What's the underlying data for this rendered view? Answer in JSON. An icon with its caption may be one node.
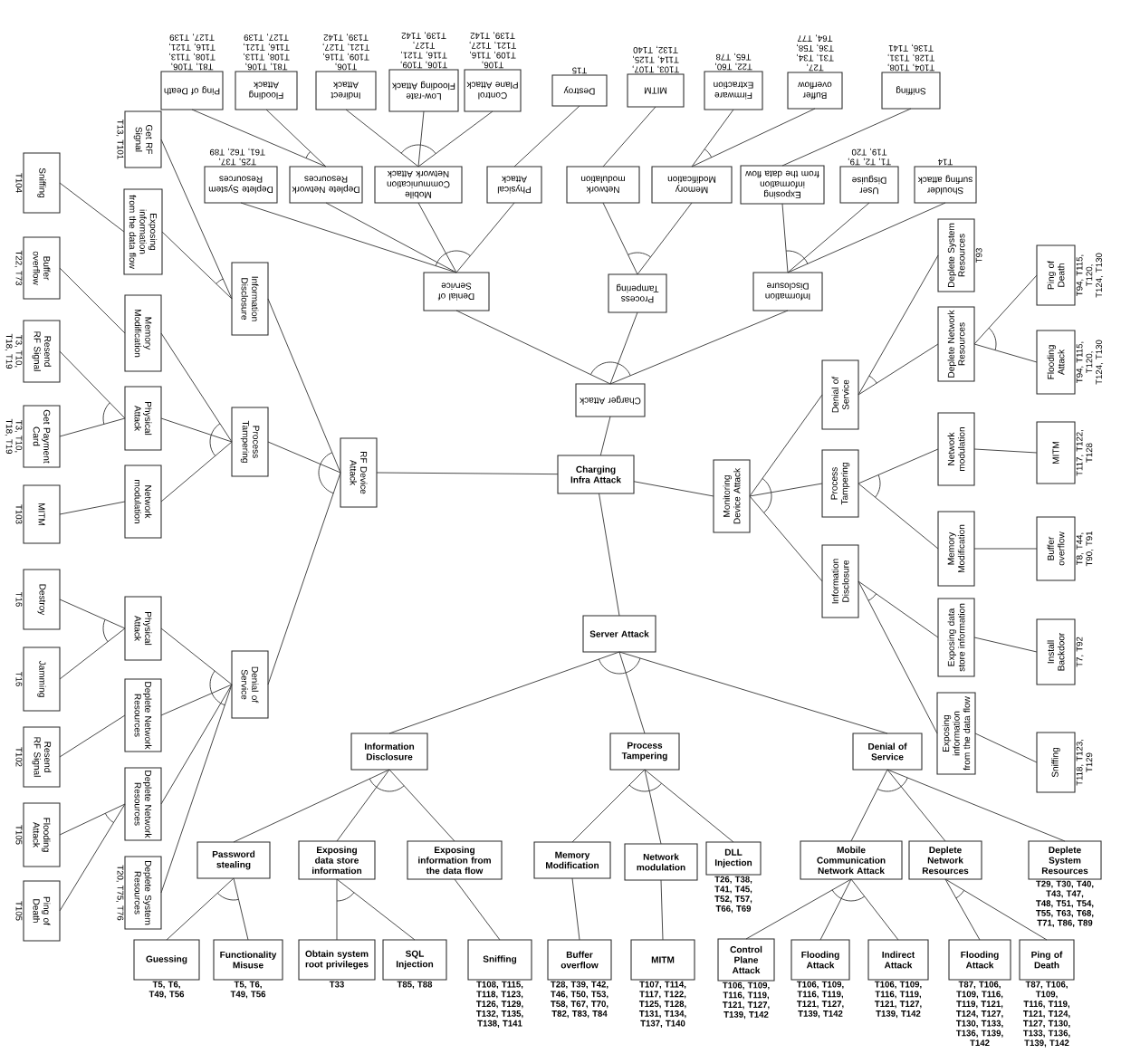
{
  "diagram": {
    "nodes": [
      {
        "text": [
          "Charging Infra Attack"
        ]
      },
      {
        "text": [
          "Charger Attack"
        ]
      },
      {
        "text": [
          "Denial of Service"
        ]
      },
      {
        "text": [
          "Process Tampering"
        ]
      },
      {
        "text": [
          "Information Disclosure"
        ]
      },
      {
        "text": [
          "Deplete System Resources"
        ],
        "beside": [
          "T25, T37, T61, T62, T89"
        ]
      },
      {
        "text": [
          "Deplete Network Resources"
        ]
      },
      {
        "text": [
          "Mobile Communication Network Attack"
        ]
      },
      {
        "text": [
          "Physical Attack"
        ]
      },
      {
        "text": [
          "Network modulation"
        ]
      },
      {
        "text": [
          "Memory Modification"
        ]
      },
      {
        "text": [
          "Exposing information from the data flow"
        ]
      },
      {
        "text": [
          "User Disguise"
        ],
        "beside": [
          "T1, T2, T9, T19, T20"
        ]
      },
      {
        "text": [
          "Shoulder surfing attack"
        ],
        "beside": [
          "T14"
        ]
      },
      {
        "text": [
          "Ping of Death"
        ],
        "beside": [
          "T81, T106, T108, T113, T116, T121, T127, T139"
        ]
      },
      {
        "text": [
          "Flooding Attack"
        ],
        "beside": [
          "T81, T106, T108, T113, T116, T121, T127, T139"
        ]
      },
      {
        "text": [
          "Indirect Attack"
        ],
        "beside": [
          "T106, T109, T116, T121, T127, T139, T142"
        ]
      },
      {
        "text": [
          "Low-rate Flooding Attack"
        ],
        "beside": [
          "T106, T109, T116, T121, T127, T139, T142"
        ]
      },
      {
        "text": [
          "Control Plane Attack"
        ],
        "beside": [
          "T106, T109, T116, T121, T127, T139, T142"
        ]
      },
      {
        "text": [
          "Destroy"
        ],
        "beside": [
          "T15"
        ]
      },
      {
        "text": [
          "MITM"
        ],
        "beside": [
          "T103, T107, T114, T125, T132, T140"
        ]
      },
      {
        "text": [
          "Firmware Extraction"
        ],
        "beside": [
          "T22, T60, T65, T78"
        ]
      },
      {
        "text": [
          "Buffer overflow"
        ],
        "beside": [
          "T27, T31, T34, T36, T58, T64, T77"
        ]
      },
      {
        "text": [
          "Sniffing"
        ],
        "beside": [
          "T104, T108, T128, T131, T136, T141"
        ]
      },
      {
        "text": [
          "RF Device Attack"
        ]
      },
      {
        "text": [
          "Information Disclosure"
        ]
      },
      {
        "text": [
          "Process Tampering"
        ]
      },
      {
        "text": [
          "Denial of Service"
        ]
      },
      {
        "text": [
          "Get RF Signal"
        ],
        "beside": [
          "T13, T101"
        ]
      },
      {
        "text": [
          "Exposing information from the data flow"
        ]
      },
      {
        "text": [
          "Memory Modification"
        ]
      },
      {
        "text": [
          "Physical Attack"
        ]
      },
      {
        "text": [
          "Network modulation"
        ]
      },
      {
        "text": [
          "Physical Attack"
        ]
      },
      {
        "text": [
          "Deplete Network Resources"
        ]
      },
      {
        "text": [
          "Deplete Network Resources"
        ]
      },
      {
        "text": [
          "Deplete System Resources"
        ],
        "beside": [
          "T20, T75, T76"
        ]
      },
      {
        "text": [
          "Sniffing"
        ],
        "beside": [
          "T104"
        ]
      },
      {
        "text": [
          "Buffer overflow"
        ],
        "beside": [
          "T22, T73"
        ]
      },
      {
        "text": [
          "Resend RF Signal"
        ],
        "beside": [
          "T3, T10, T18, T19"
        ]
      },
      {
        "text": [
          "Get Payment Card"
        ],
        "beside": [
          "T3, T10, T18, T19"
        ]
      },
      {
        "text": [
          "MITM"
        ],
        "beside": [
          "T103"
        ]
      },
      {
        "text": [
          "Destroy"
        ],
        "beside": [
          "T16"
        ]
      },
      {
        "text": [
          "Jamming"
        ],
        "beside": [
          "T16"
        ]
      },
      {
        "text": [
          "Resend RF Signal"
        ],
        "beside": [
          "T102"
        ]
      },
      {
        "text": [
          "Flooding Attack"
        ],
        "beside": [
          "T105"
        ]
      },
      {
        "text": [
          "Ping of Death"
        ],
        "beside": [
          "T105"
        ]
      },
      {
        "text": [
          "Monitoring Device Attack"
        ]
      },
      {
        "text": [
          "Denial of Service"
        ]
      },
      {
        "text": [
          "Process Tampering"
        ]
      },
      {
        "text": [
          "Information Disclosure"
        ]
      },
      {
        "text": [
          "Deplete System Resources"
        ],
        "beside": [
          "T93"
        ]
      },
      {
        "text": [
          "Deplete Network Resources"
        ]
      },
      {
        "text": [
          "Network modulation"
        ]
      },
      {
        "text": [
          "Memory Modification"
        ]
      },
      {
        "text": [
          "Exposing data store information"
        ]
      },
      {
        "text": [
          "Exposing information from the data flow"
        ]
      },
      {
        "text": [
          "Ping of Death"
        ],
        "beside": [
          "T94, T115, T120, T124, T130"
        ]
      },
      {
        "text": [
          "Flooding Attack"
        ],
        "beside": [
          "T94, T115, T120, T124, T130"
        ]
      },
      {
        "text": [
          "MITM"
        ],
        "beside": [
          "T117, T122, T128"
        ]
      },
      {
        "text": [
          "Buffer overflow"
        ],
        "beside": [
          "T8, T44, T90, T91"
        ]
      },
      {
        "text": [
          "Install Backdoor"
        ],
        "beside": [
          "T7, T92"
        ]
      },
      {
        "text": [
          "Sniffing"
        ],
        "beside": [
          "T118, T123, T129"
        ]
      },
      {
        "text": [
          "Server Attack"
        ]
      },
      {
        "text": [
          "Information Disclosure"
        ]
      },
      {
        "text": [
          "Process Tampering"
        ]
      },
      {
        "text": [
          "Denial of Service"
        ]
      },
      {
        "text": [
          "Password stealing"
        ]
      },
      {
        "text": [
          "Exposing data store information"
        ]
      },
      {
        "text": [
          "Exposing information from the data flow"
        ]
      },
      {
        "text": [
          "Memory Modification"
        ]
      },
      {
        "text": [
          "Network modulation"
        ]
      },
      {
        "text": [
          "DLL Injection"
        ],
        "beside": [
          "T26, T38, T41, T45, T52, T57, T66, T69"
        ]
      },
      {
        "text": [
          "Mobile Communication Network Attack"
        ]
      },
      {
        "text": [
          "Deplete Network Resources"
        ]
      },
      {
        "text": [
          "Deplete System Resources"
        ],
        "beside": [
          "T29, T30, T40, T43, T47, T48, T51, T54, T55, T63, T68, T71, T86, T89"
        ]
      },
      {
        "text": [
          "Guessing"
        ],
        "beside": [
          "T5, T6, T49, T56"
        ]
      },
      {
        "text": [
          "Functionality Misuse"
        ],
        "beside": [
          "T5, T6, T49, T56"
        ]
      },
      {
        "text": [
          "Obtain system root privileges"
        ],
        "beside": [
          "T33"
        ]
      },
      {
        "text": [
          "SQL Injection"
        ],
        "beside": [
          "T85, T88"
        ]
      },
      {
        "text": [
          "Sniffing"
        ],
        "beside": [
          "T108, T115, T118, T123, T126, T129, T132, T135, T138, T141"
        ]
      },
      {
        "text": [
          "Buffer overflow"
        ],
        "beside": [
          "T28, T39, T42, T46, T50, T53, T58, T67, T70, T82, T83, T84"
        ]
      },
      {
        "text": [
          "MITM"
        ],
        "beside": [
          "T107, T114, T117, T122, T125, T128, T131, T134, T137, T140"
        ]
      },
      {
        "text": [
          "Control Plane Attack"
        ],
        "beside": [
          "T106, T109, T116, T119, T121, T127, T139, T142"
        ]
      },
      {
        "text": [
          "Flooding Attack"
        ],
        "beside": [
          "T106, T109, T116, T119, T121, T127, T139, T142"
        ]
      },
      {
        "text": [
          "Indirect Attack"
        ],
        "beside": [
          "T106, T109, T116, T119, T121, T127, T139, T142"
        ]
      },
      {
        "text": [
          "Flooding Attack"
        ],
        "beside": [
          "T87, T106, T109, T116, T119, T121, T124, T127, T130, T133, T136, T139, T142"
        ]
      },
      {
        "text": [
          "Ping of Death"
        ],
        "beside": [
          "T87, T106, T109, T116, T119, T121, T124, T127, T130, T133, T136, T139, T142"
        ]
      }
    ],
    "edges": [
      {
        "from": 0,
        "to": 1,
        "arrow": "none"
      },
      {
        "from": 0,
        "to": 24,
        "arrow": "none"
      },
      {
        "from": 0,
        "to": 47,
        "arrow": "none"
      },
      {
        "from": 0,
        "to": 63,
        "arrow": "none"
      },
      {
        "from": 1,
        "to": 2,
        "arrow": "none"
      },
      {
        "from": 1,
        "to": 3,
        "arrow": "none"
      },
      {
        "from": 1,
        "to": 4,
        "arrow": "none"
      },
      {
        "from": 2,
        "to": 5,
        "arrow": "none"
      },
      {
        "from": 2,
        "to": 6,
        "arrow": "none"
      },
      {
        "from": 2,
        "to": 7,
        "arrow": "none"
      },
      {
        "from": 2,
        "to": 8,
        "arrow": "none"
      },
      {
        "from": 3,
        "to": 9,
        "arrow": "none"
      },
      {
        "from": 3,
        "to": 10,
        "arrow": "none"
      },
      {
        "from": 4,
        "to": 11,
        "arrow": "none"
      },
      {
        "from": 4,
        "to": 12,
        "arrow": "none"
      },
      {
        "from": 4,
        "to": 13,
        "arrow": "none"
      },
      {
        "from": 6,
        "to": 14,
        "arrow": "none"
      },
      {
        "from": 6,
        "to": 15,
        "arrow": "none"
      },
      {
        "from": 7,
        "to": 16,
        "arrow": "none"
      },
      {
        "from": 7,
        "to": 17,
        "arrow": "none"
      },
      {
        "from": 7,
        "to": 18,
        "arrow": "none"
      },
      {
        "from": 8,
        "to": 19,
        "arrow": "none"
      },
      {
        "from": 9,
        "to": 20,
        "arrow": "none"
      },
      {
        "from": 10,
        "to": 21,
        "arrow": "none"
      },
      {
        "from": 10,
        "to": 22,
        "arrow": "none"
      },
      {
        "from": 11,
        "to": 23,
        "arrow": "none"
      },
      {
        "from": 24,
        "to": 25,
        "arrow": "none"
      },
      {
        "from": 24,
        "to": 26,
        "arrow": "none"
      },
      {
        "from": 24,
        "to": 27,
        "arrow": "none"
      },
      {
        "from": 25,
        "to": 28,
        "arrow": "none"
      },
      {
        "from": 25,
        "to": 29,
        "arrow": "none"
      },
      {
        "from": 29,
        "to": 37,
        "arrow": "none"
      },
      {
        "from": 26,
        "to": 30,
        "arrow": "none"
      },
      {
        "from": 26,
        "to": 31,
        "arrow": "none"
      },
      {
        "from": 26,
        "to": 32,
        "arrow": "none"
      },
      {
        "from": 30,
        "to": 38,
        "arrow": "none"
      },
      {
        "from": 31,
        "to": 39,
        "arrow": "none"
      },
      {
        "from": 31,
        "to": 40,
        "arrow": "none"
      },
      {
        "from": 32,
        "to": 41,
        "arrow": "none"
      },
      {
        "from": 27,
        "to": 33,
        "arrow": "none"
      },
      {
        "from": 27,
        "to": 34,
        "arrow": "none"
      },
      {
        "from": 27,
        "to": 35,
        "arrow": "none"
      },
      {
        "from": 27,
        "to": 36,
        "arrow": "none"
      },
      {
        "from": 33,
        "to": 42,
        "arrow": "none"
      },
      {
        "from": 33,
        "to": 43,
        "arrow": "none"
      },
      {
        "from": 34,
        "to": 44,
        "arrow": "none"
      },
      {
        "from": 35,
        "to": 45,
        "arrow": "none"
      },
      {
        "from": 35,
        "to": 46,
        "arrow": "none"
      },
      {
        "from": 47,
        "to": 48,
        "arrow": "none"
      },
      {
        "from": 47,
        "to": 49,
        "arrow": "none"
      },
      {
        "from": 47,
        "to": 50,
        "arrow": "none"
      },
      {
        "from": 48,
        "to": 51,
        "arrow": "none"
      },
      {
        "from": 48,
        "to": 52,
        "arrow": "none"
      },
      {
        "from": 52,
        "to": 57,
        "arrow": "none"
      },
      {
        "from": 52,
        "to": 58,
        "arrow": "none"
      },
      {
        "from": 49,
        "to": 53,
        "arrow": "none"
      },
      {
        "from": 49,
        "to": 54,
        "arrow": "none"
      },
      {
        "from": 53,
        "to": 59,
        "arrow": "none"
      },
      {
        "from": 54,
        "to": 60,
        "arrow": "none"
      },
      {
        "from": 50,
        "to": 55,
        "arrow": "none"
      },
      {
        "from": 50,
        "to": 56,
        "arrow": "none"
      },
      {
        "from": 55,
        "to": 61,
        "arrow": "none"
      },
      {
        "from": 56,
        "to": 62,
        "arrow": "none"
      },
      {
        "from": 63,
        "to": 64,
        "arrow": "none"
      },
      {
        "from": 63,
        "to": 65,
        "arrow": "none"
      },
      {
        "from": 63,
        "to": 66,
        "arrow": "none"
      },
      {
        "from": 64,
        "to": 67,
        "arrow": "none"
      },
      {
        "from": 64,
        "to": 68,
        "arrow": "none"
      },
      {
        "from": 64,
        "to": 69,
        "arrow": "none"
      },
      {
        "from": 67,
        "to": 76,
        "arrow": "none"
      },
      {
        "from": 67,
        "to": 77,
        "arrow": "none"
      },
      {
        "from": 68,
        "to": 78,
        "arrow": "none"
      },
      {
        "from": 68,
        "to": 79,
        "arrow": "none"
      },
      {
        "from": 69,
        "to": 80,
        "arrow": "none"
      },
      {
        "from": 65,
        "to": 70,
        "arrow": "none"
      },
      {
        "from": 65,
        "to": 71,
        "arrow": "none"
      },
      {
        "from": 65,
        "to": 72,
        "arrow": "none"
      },
      {
        "from": 70,
        "to": 81,
        "arrow": "none"
      },
      {
        "from": 71,
        "to": 82,
        "arrow": "none"
      },
      {
        "from": 66,
        "to": 73,
        "arrow": "none"
      },
      {
        "from": 66,
        "to": 74,
        "arrow": "none"
      },
      {
        "from": 66,
        "to": 75,
        "arrow": "none"
      },
      {
        "from": 73,
        "to": 83,
        "arrow": "none"
      },
      {
        "from": 73,
        "to": 84,
        "arrow": "none"
      },
      {
        "from": 73,
        "to": 85,
        "arrow": "none"
      },
      {
        "from": 74,
        "to": 86,
        "arrow": "none"
      },
      {
        "from": 74,
        "to": 87,
        "arrow": "none"
      }
    ]
  }
}
